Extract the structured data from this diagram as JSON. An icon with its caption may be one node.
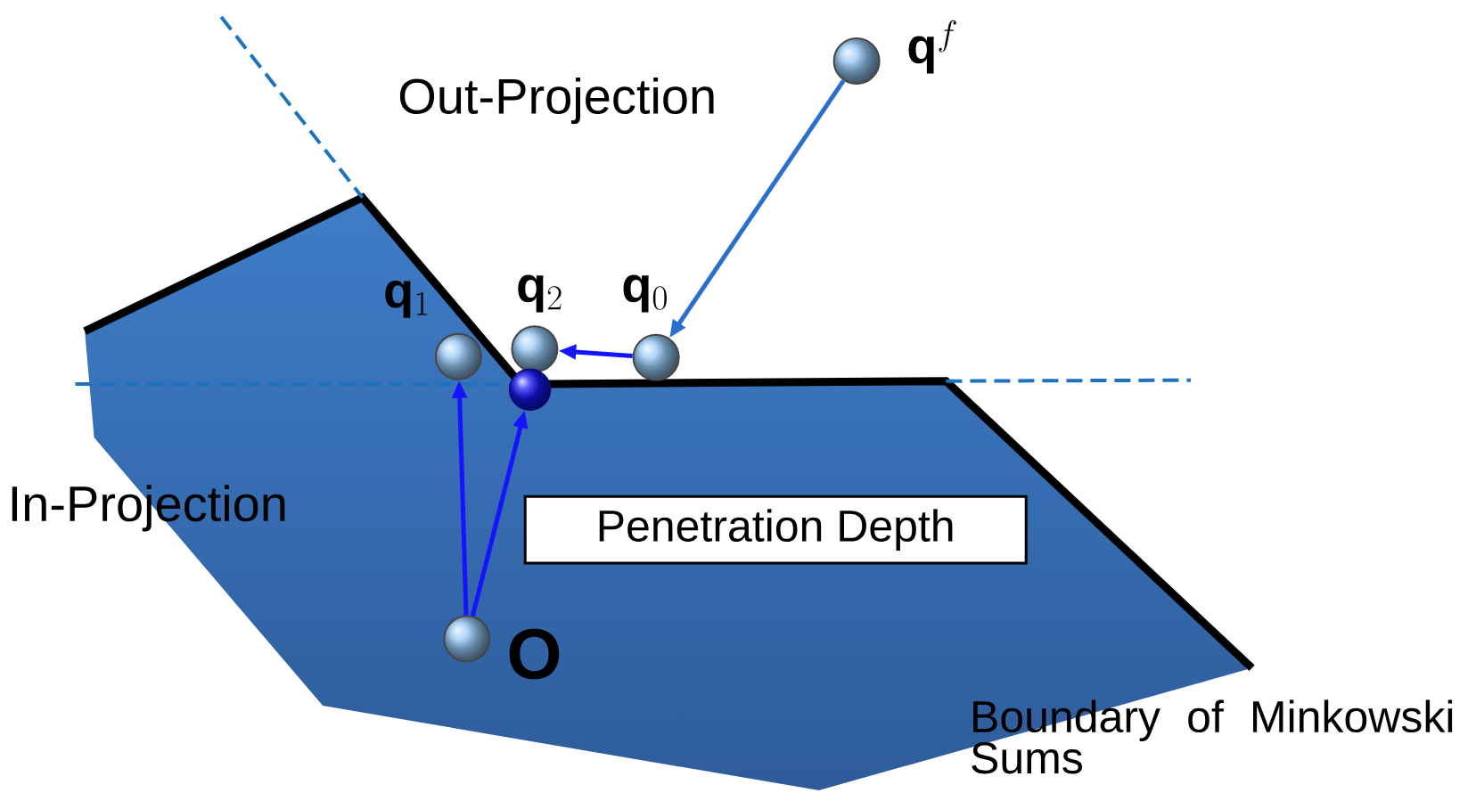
{
  "diagram": {
    "nodes": [
      {
        "text": [],
        "shape": "circle",
        "beside": [
          "\\mathbf{q}^{f}"
        ]
      },
      {
        "text": [],
        "shape": "circle",
        "beside": [
          "\\mathbf{q}_{1}"
        ]
      },
      {
        "text": [],
        "shape": "circle",
        "beside": [
          "\\mathbf{q}_{2}"
        ]
      },
      {
        "text": [],
        "shape": "circle",
        "beside": [
          "\\mathbf{q}_{0}"
        ]
      },
      {
        "text": [],
        "shape": "circle"
      },
      {
        "text": [
          "Penetration Depth"
        ]
      },
      {
        "text": [],
        "shape": "circle",
        "beside": [
          "\\mathbf{O}"
        ]
      }
    ],
    "edges": [
      {
        "from": 0,
        "to": 3,
        "arrow": "to",
        "color": "#2a6fd0"
      },
      {
        "from": 3,
        "to": 2,
        "arrow": "to"
      },
      {
        "from": 6,
        "to": 1,
        "arrow": "to"
      },
      {
        "from": 6,
        "to": 4,
        "arrow": "to"
      }
    ],
    "labels": [
      "Out-Projection",
      "In-Projection",
      "Boundary of Minkowski Sums"
    ]
  }
}
